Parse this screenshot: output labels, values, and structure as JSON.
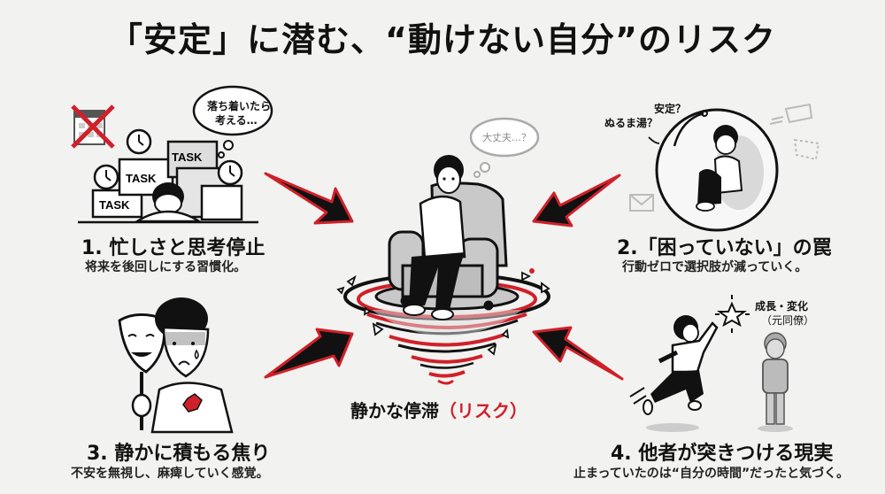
{
  "title": "「安定」に潜む、“動けない自分”のリスク",
  "center": {
    "thought": "大丈夫…？",
    "caption_main": "静かな停滞",
    "caption_risk": "（リスク）"
  },
  "panels": [
    {
      "id": 1,
      "title": "1. 忙しさと思考停止",
      "subtitle": "将来を後回しにする習慣化。",
      "thought": [
        "落ち着いたら",
        "考える…"
      ],
      "box_label": "TASK"
    },
    {
      "id": 2,
      "title": "2.「困っていない」の罠",
      "subtitle": "行動ゼロで選択肢が減っていく。",
      "thought": [
        "安定？",
        "ぬるま湯？"
      ]
    },
    {
      "id": 3,
      "title": "3. 静かに積もる焦り",
      "subtitle": "不安を無視し、麻痺していく感覚。"
    },
    {
      "id": 4,
      "title": "4. 他者が突きつける現実",
      "subtitle": "止まっていたのは“自分の時間”だったと気づく。",
      "label": [
        "成長・変化",
        "（元同僚）"
      ]
    }
  ],
  "colors": {
    "background": "#f2f2f0",
    "accent_red": "#d0202a",
    "ink": "#111111",
    "grey": "#bdbdbd"
  }
}
